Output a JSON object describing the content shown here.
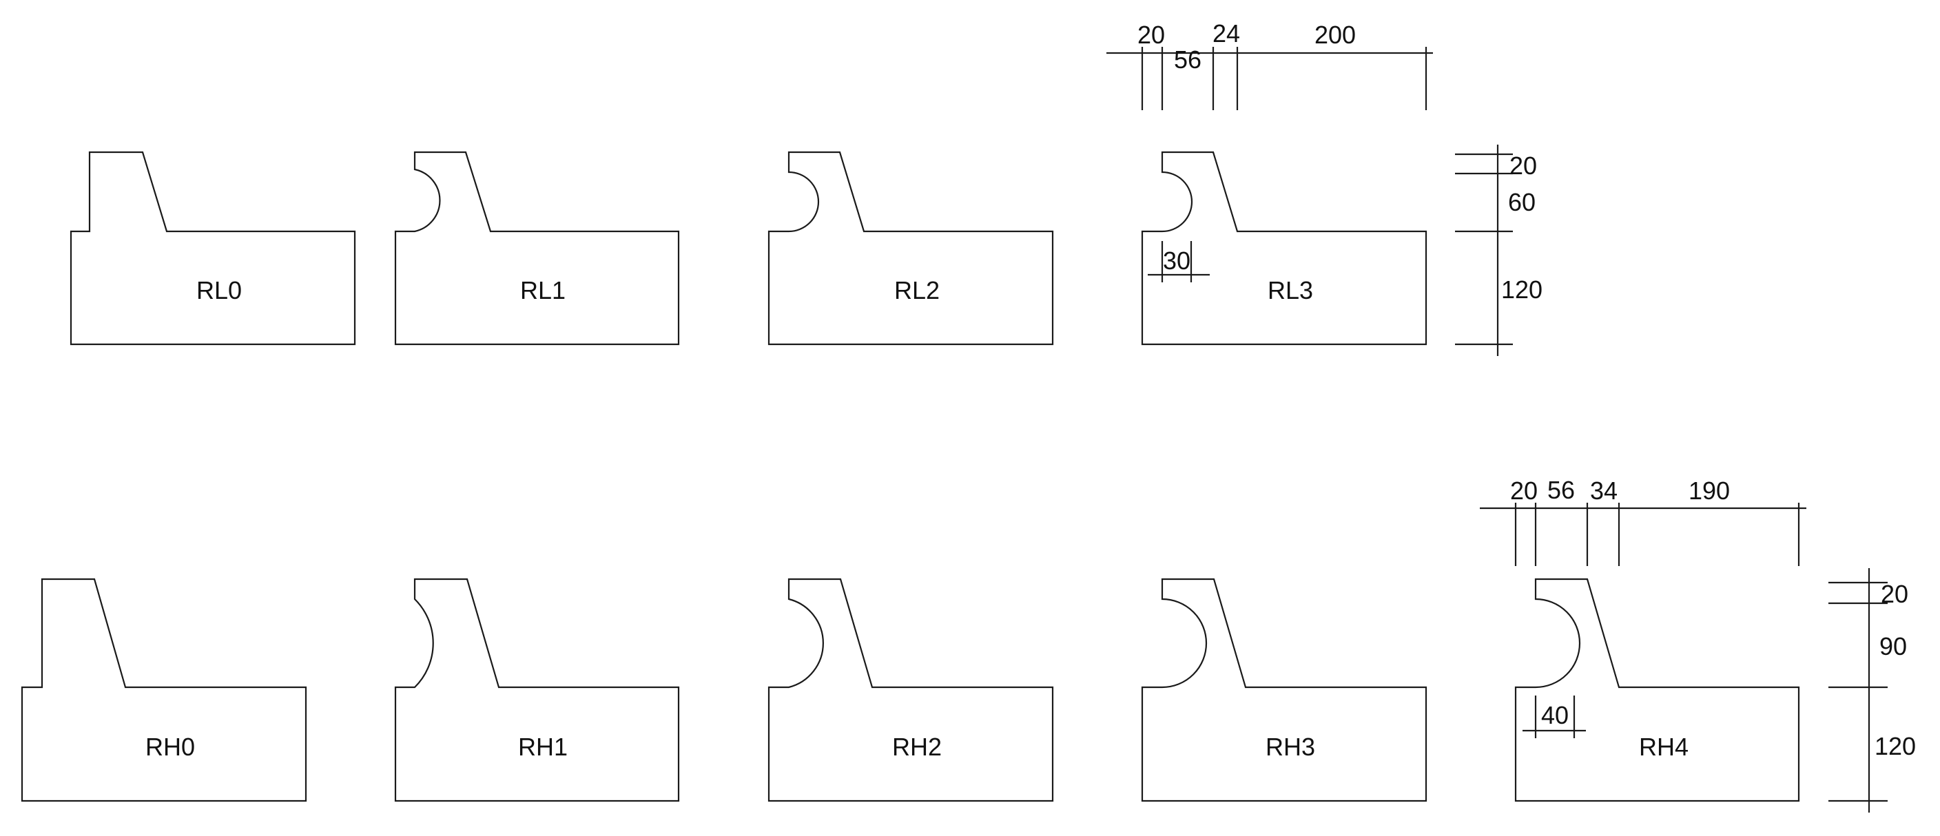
{
  "profiles": [
    {
      "id": "RL0",
      "label": "RL0"
    },
    {
      "id": "RL1",
      "label": "RL1"
    },
    {
      "id": "RL2",
      "label": "RL2"
    },
    {
      "id": "RL3",
      "label": "RL3"
    },
    {
      "id": "RH0",
      "label": "RH0"
    },
    {
      "id": "RH1",
      "label": "RH1"
    },
    {
      "id": "RH2",
      "label": "RH2"
    },
    {
      "id": "RH3",
      "label": "RH3"
    },
    {
      "id": "RH4",
      "label": "RH4"
    }
  ],
  "dimensions": {
    "rl3": {
      "top": [
        "20",
        "56",
        "24",
        "200"
      ],
      "right": [
        "20",
        "60",
        "120"
      ],
      "radius": "30"
    },
    "rh4": {
      "top": [
        "20",
        "56",
        "34",
        "190"
      ],
      "right": [
        "20",
        "90",
        "120"
      ],
      "radius": "40"
    }
  }
}
